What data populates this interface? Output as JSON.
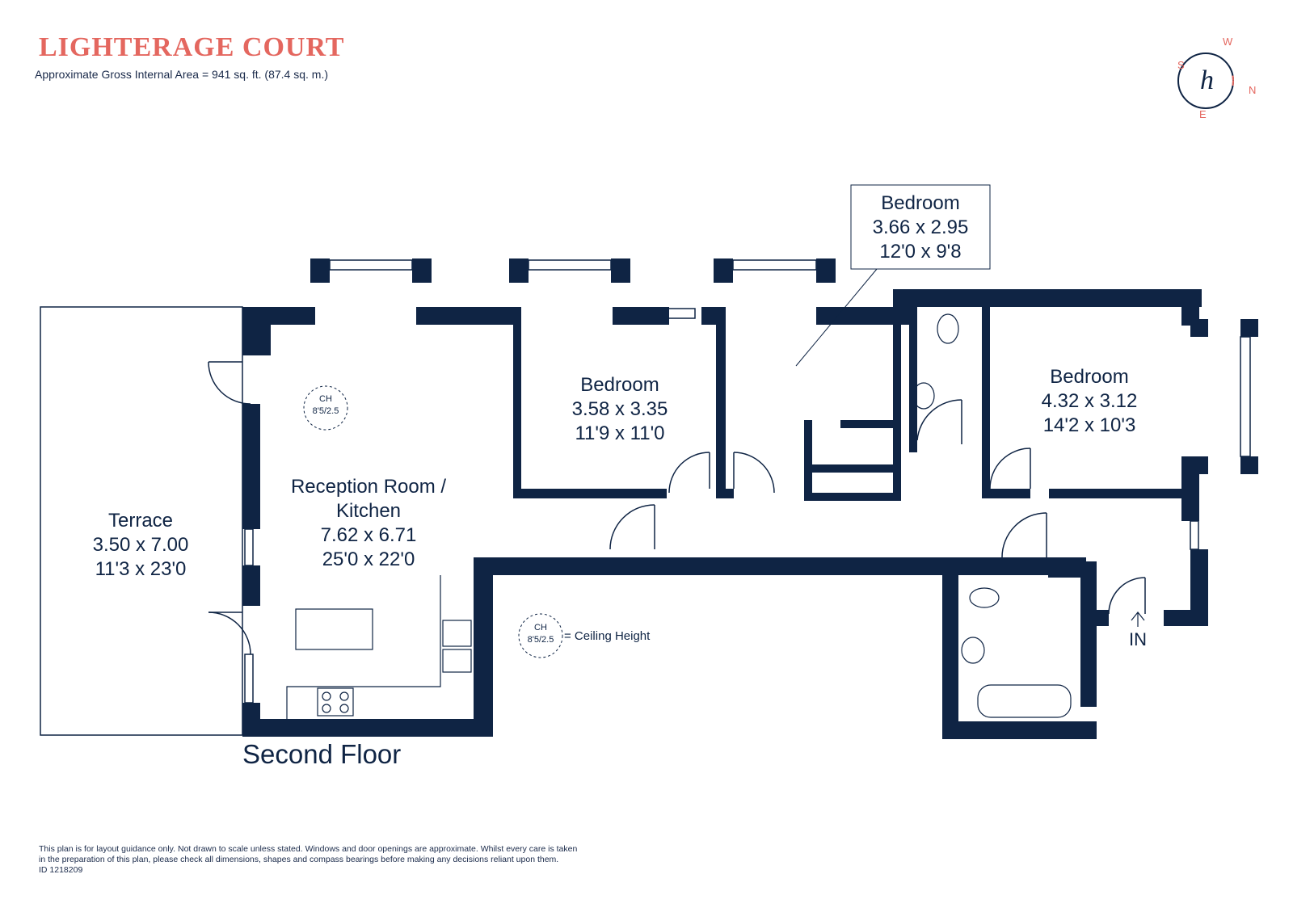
{
  "header": {
    "title": "LIGHTERAGE COURT",
    "area": "Approximate Gross Internal Area = 941 sq. ft. (87.4 sq. m.)"
  },
  "compass": {
    "logo": "h",
    "s": "S",
    "w": "W",
    "n": "N",
    "e": "E"
  },
  "rooms": {
    "terrace": {
      "name": "Terrace",
      "metric": "3.50 x 7.00",
      "imperial": "11'3 x 23'0"
    },
    "reception": {
      "name1": "Reception Room /",
      "name2": "Kitchen",
      "metric": "7.62 x 6.71",
      "imperial": "25'0 x 22'0"
    },
    "bedroom1": {
      "name": "Bedroom",
      "metric": "3.58 x 3.35",
      "imperial": "11'9 x 11'0"
    },
    "bedroom2": {
      "name": "Bedroom",
      "metric": "3.66 x 2.95",
      "imperial": "12'0 x 9'8"
    },
    "bedroom3": {
      "name": "Bedroom",
      "metric": "4.32 x 3.12",
      "imperial": "14'2 x 10'3"
    }
  },
  "ceiling": {
    "badge_label": "CH",
    "badge_value": "8'5/2.5",
    "legend_text": "= Ceiling Height"
  },
  "entrance": "IN",
  "floor_label": "Second Floor",
  "disclaimer": {
    "line1": "This plan is for layout guidance only. Not drawn to scale unless stated. Windows and door openings are approximate. Whilst every care is taken",
    "line2": "in the preparation of this plan, please check all dimensions, shapes and compass bearings before making any decisions reliant upon them.",
    "line3": "ID 1218209"
  },
  "colors": {
    "wall": "#0f2444",
    "accent": "#e4675f",
    "text": "#0f2444"
  }
}
